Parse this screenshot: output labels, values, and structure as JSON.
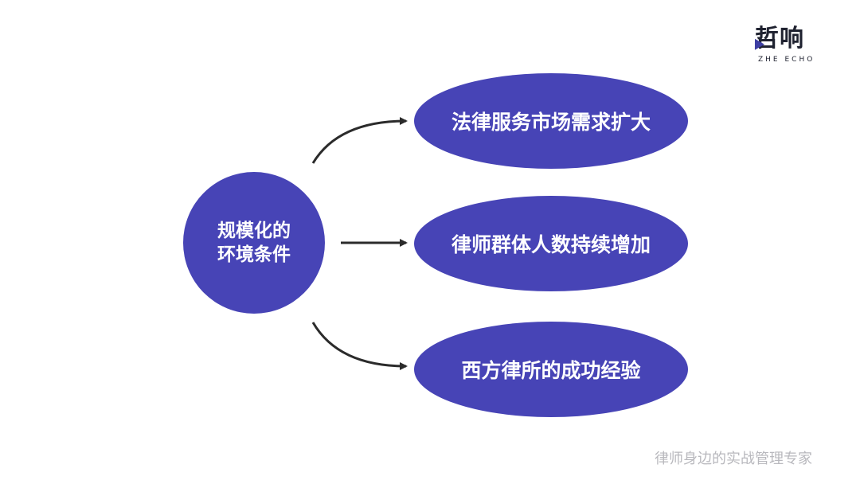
{
  "logo": {
    "main": "哲响",
    "sub": "ZHE ECHO"
  },
  "center": {
    "line1": "规模化的",
    "line2": "环境条件"
  },
  "items": [
    {
      "label": "法律服务市场需求扩大"
    },
    {
      "label": "律师群体人数持续增加"
    },
    {
      "label": "西方律所的成功经验"
    }
  ],
  "footer": {
    "tagline": "律师身边的实战管理专家"
  },
  "colors": {
    "accent": "#4744b6",
    "arrow": "#2b2b2b",
    "footer_text": "#b8b8bd"
  }
}
